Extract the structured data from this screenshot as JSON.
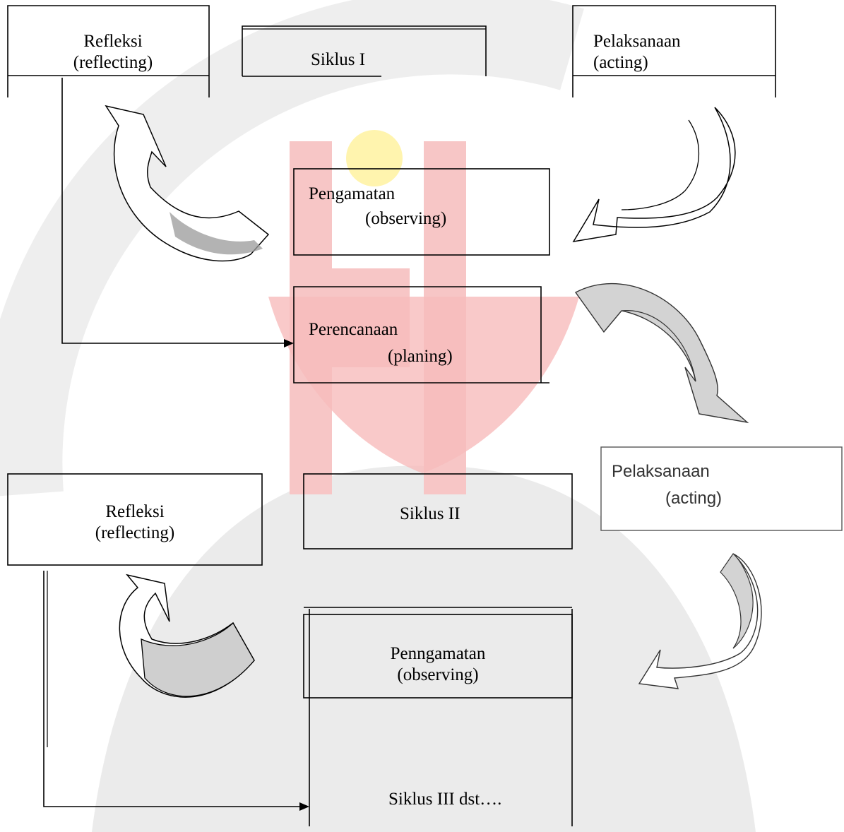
{
  "cycle1": {
    "title": "Siklus I",
    "reflect": {
      "line1": "Refleksi",
      "line2": "(reflecting)"
    },
    "act": {
      "line1": "Pelaksanaan",
      "line2": "(acting)"
    },
    "observe": {
      "line1": "Pengamatan",
      "line2": "(observing)"
    },
    "plan": {
      "line1": "Perencanaan",
      "line2": "(planing)"
    }
  },
  "cycle2": {
    "title": "Siklus II",
    "reflect": {
      "line1": "Refleksi",
      "line2": "(reflecting)"
    },
    "act": {
      "line1": "Pelaksanaan",
      "line2": "(acting)"
    },
    "observe": {
      "line1": "Penngamatan",
      "line2": "(observing)"
    }
  },
  "cycle3": {
    "title": "Siklus III dst…."
  },
  "colors": {
    "line": "#000000",
    "arrow_fill": "#d3d3d3",
    "watermark_red": "#f6b4b4",
    "watermark_gray": "#e3e3e3",
    "watermark_yellow": "#fff3a6"
  }
}
